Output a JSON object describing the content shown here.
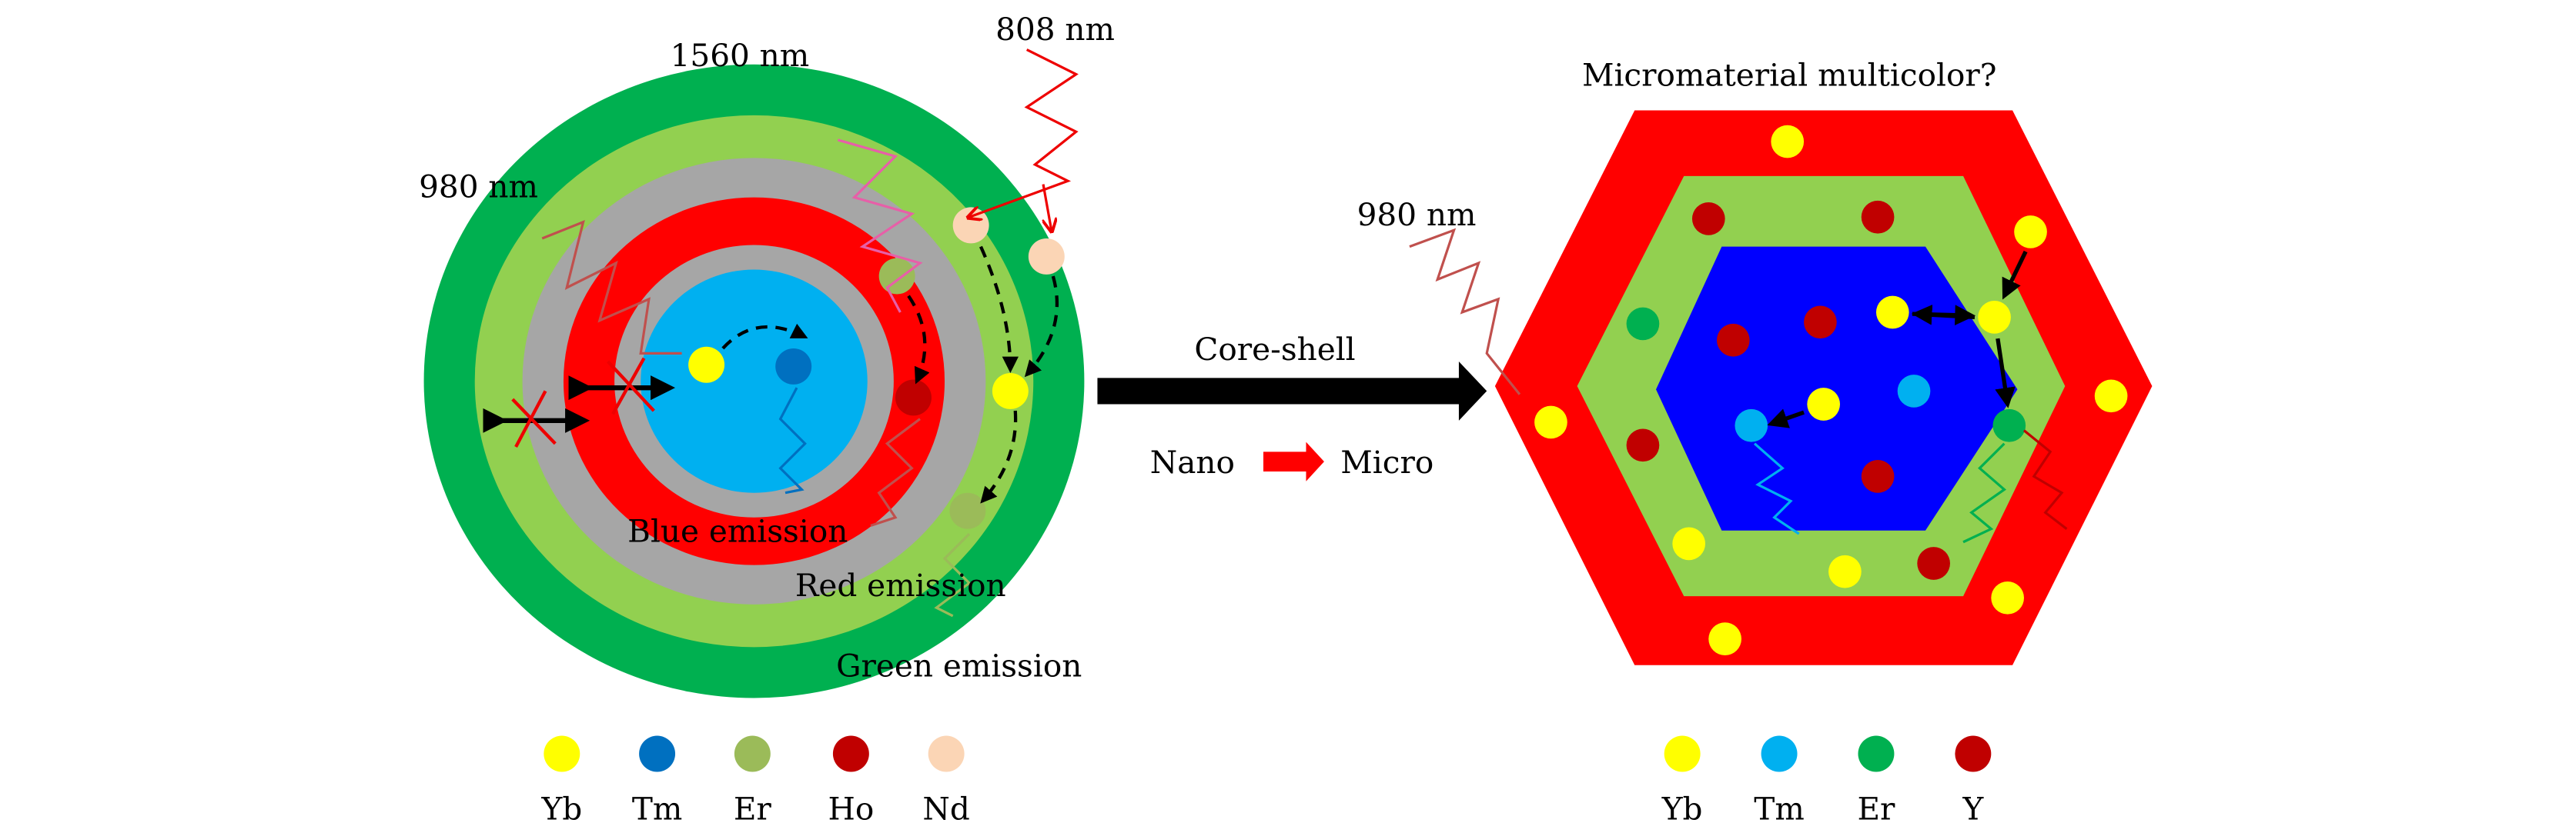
{
  "left": {
    "labels": {
      "nm808": "808 nm",
      "nm1560": "1560 nm",
      "nm980": "980 nm",
      "blue_emission": "Blue emission",
      "red_emission": "Red emission",
      "green_emission": "Green emission"
    },
    "legend": [
      {
        "label": "Yb",
        "color": "#ffff00"
      },
      {
        "label": "Tm",
        "color": "#0070c0"
      },
      {
        "label": "Er",
        "color": "#9bbb59"
      },
      {
        "label": "Ho",
        "color": "#c00000"
      },
      {
        "label": "Nd",
        "color": "#fbd5b5"
      }
    ]
  },
  "middle": {
    "core_shell": "Core-shell",
    "nano": "Nano",
    "micro": "Micro"
  },
  "right": {
    "title": "Micromaterial multicolor?",
    "nm980": "980 nm",
    "legend": [
      {
        "label": "Yb",
        "color": "#ffff00"
      },
      {
        "label": "Tm",
        "color": "#00b0f0"
      },
      {
        "label": "Er",
        "color": "#00b050"
      },
      {
        "label": "Y",
        "color": "#c00000"
      }
    ]
  }
}
